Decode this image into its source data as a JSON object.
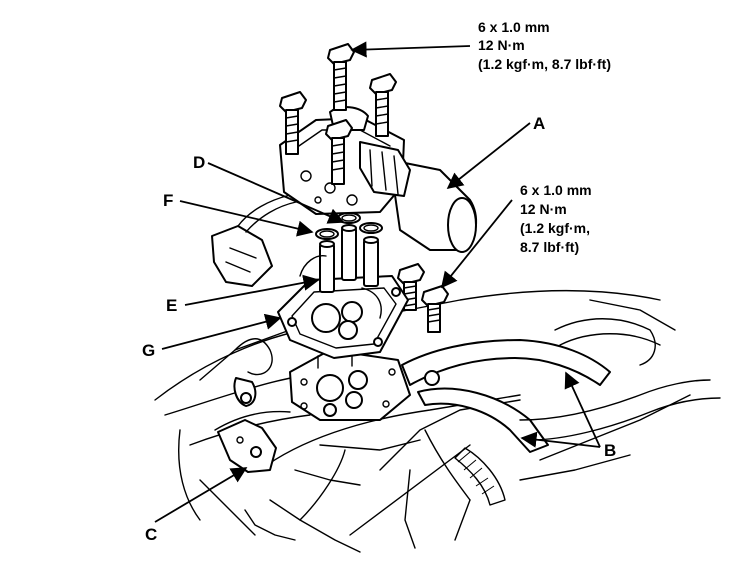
{
  "colors": {
    "ink": "#000000",
    "paper": "#ffffff"
  },
  "torque_specs": {
    "top": {
      "bolt_size": "6 x 1.0 mm",
      "torque_nm": "12 N·m",
      "torque_alt": "(1.2 kgf·m, 8.7 lbf·ft)"
    },
    "right": {
      "bolt_size": "6 x 1.0 mm",
      "torque_nm": "12 N·m",
      "torque_alt_1": "(1.2 kgf·m,",
      "torque_alt_2": "8.7 lbf·ft)"
    }
  },
  "callouts": {
    "A": "A",
    "B": "B",
    "C": "C",
    "D": "D",
    "E": "E",
    "F": "F",
    "G": "G"
  }
}
